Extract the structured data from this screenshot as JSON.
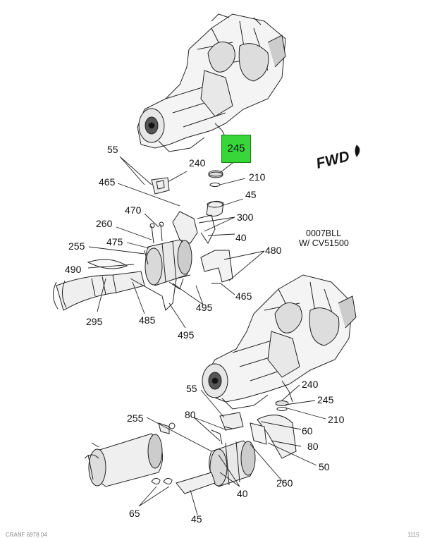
{
  "note": {
    "line1": "0007BLL",
    "line2": "W/ CV51500"
  },
  "direction": {
    "label": "FWD"
  },
  "highlight": {
    "label": "245",
    "color": "#39d639"
  },
  "labels": {
    "l55a": "55",
    "l240a": "240",
    "l245a": "245",
    "l210a": "210",
    "l465a": "465",
    "l45a": "45",
    "l470": "470",
    "l300": "300",
    "l260a": "260",
    "l40a": "40",
    "l255a": "255",
    "l475": "475",
    "l490": "490",
    "l480": "480",
    "l465b": "465",
    "l495a": "495",
    "l295": "295",
    "l485": "485",
    "l495b": "495",
    "l55b": "55",
    "l240b": "240",
    "l245b": "245",
    "l80a": "80",
    "l210b": "210",
    "l255b": "255",
    "l60": "60",
    "l80b": "80",
    "l50": "50",
    "l260b": "260",
    "l40b": "40",
    "l65": "65",
    "l45b": "45"
  },
  "footer": {
    "left": "CRANF 6978 04",
    "right": "1115"
  }
}
